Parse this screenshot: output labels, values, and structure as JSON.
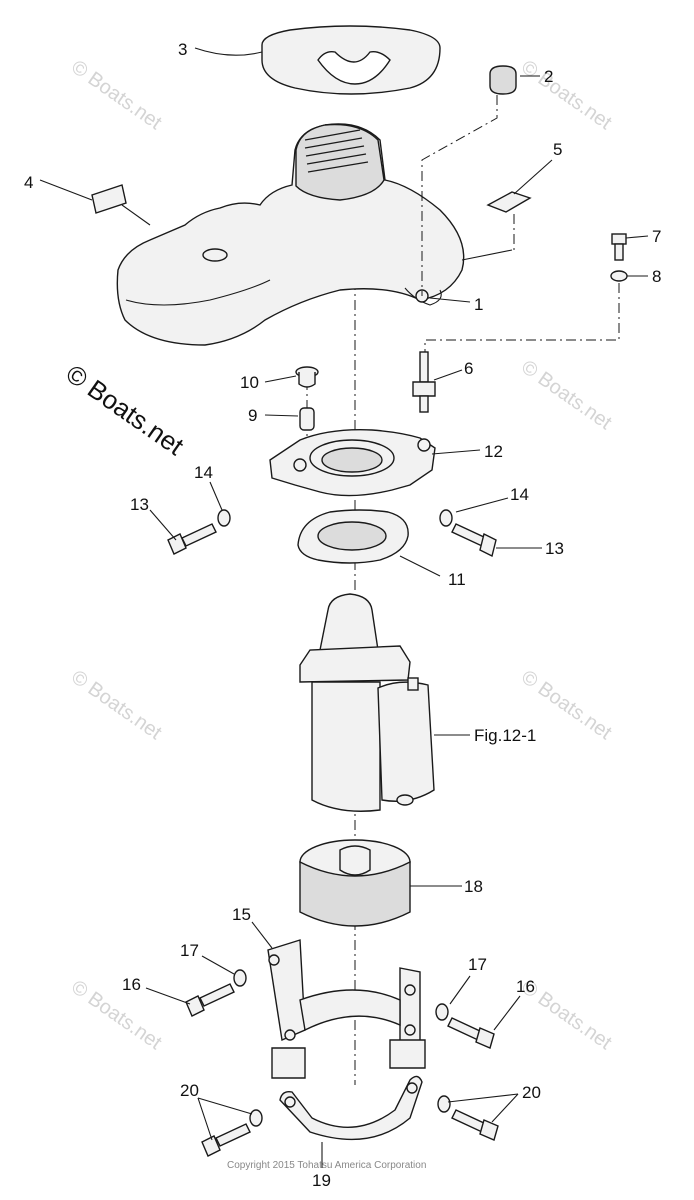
{
  "callouts": {
    "c1": "1",
    "c2": "2",
    "c3": "3",
    "c4": "4",
    "c5": "5",
    "c6": "6",
    "c7": "7",
    "c8": "8",
    "c9": "9",
    "c10": "10",
    "c11": "11",
    "c12": "12",
    "c13a": "13",
    "c13b": "13",
    "c14a": "14",
    "c14b": "14",
    "c15": "15",
    "c16a": "16",
    "c16b": "16",
    "c17a": "17",
    "c17b": "17",
    "c18": "18",
    "c19": "19",
    "c20a": "20",
    "c20b": "20",
    "fig": "Fig.12-1"
  },
  "watermark": {
    "main": "© Boats.net",
    "faint": "© Boats.net"
  },
  "copyright": "Copyright 2015 Tohatsu America Corporation"
}
